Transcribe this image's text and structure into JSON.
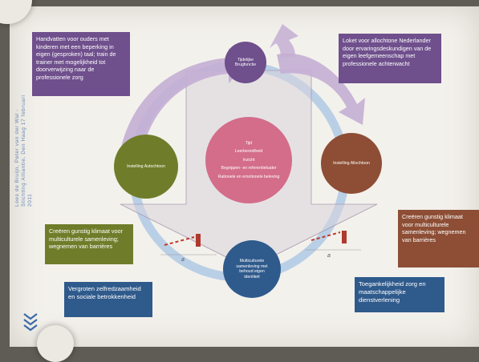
{
  "boxes": {
    "top_left": "Handvatten voor ouders met kinderen met een beperking in eigen (gesproken) taal; train de trainer met mogelijkheid tot doorverwijzing naar de professionele zorg",
    "top_right": "Loket voor allochtone Nederlander door ervaringsdeskundigen van de eigen leefgemeenschap met professionele achterwacht",
    "mid_left": "Creëren gunstig klimaat voor multiculturele samenleving; wegnemen van barrières",
    "mid_right": "Creëren gunstig klimaat voor multiculturele samenleving; wegnemen van barrières",
    "bottom_left": "Vergroten zelfredzaamheid en sociale betrokkenheid",
    "bottom_right": "Toegankelijkheid zorg en maatschappelijke dienstverlening"
  },
  "circles": {
    "top": "Tijdelijke Brugfunctie",
    "left": "Instelling Autochtoon",
    "right": "Instelling Allochtoon",
    "center": [
      "Tijd",
      "Leerbereidheid",
      "Inzicht",
      "Begrippen- en referentiekader",
      "Rationele en emotionele beleving"
    ],
    "bottom": "Multiculturele samenleving met behoud eigen identiteit"
  },
  "credit": "Loes de Bruijn, Peter van der Wal - Stichting Alliantie, Den Haag 17 februari 2011",
  "labels": {
    "a_left": "a",
    "a_right": "a"
  },
  "colors": {
    "purple": "#6f4f8c",
    "green": "#6f7d2a",
    "brown": "#8d4e35",
    "blue": "#2f5a8c",
    "pink": "#d36d8a",
    "ring": "#b9cfe6"
  }
}
